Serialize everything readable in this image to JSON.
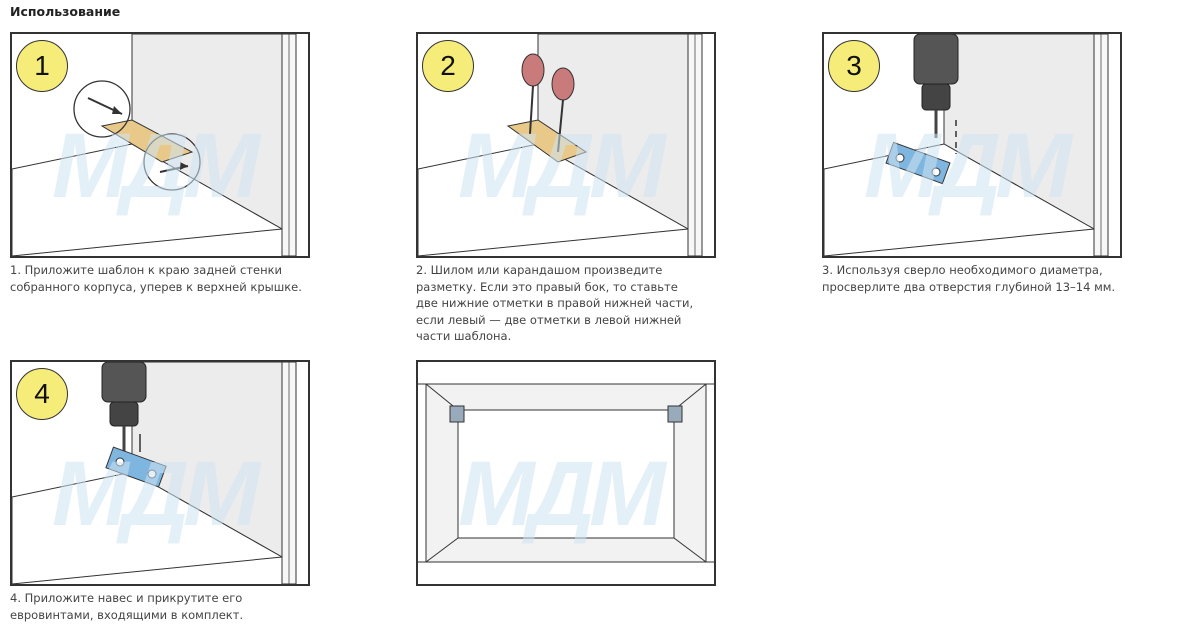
{
  "page": {
    "title": "Использование"
  },
  "watermark": "MДM",
  "steps": [
    {
      "number": "1",
      "caption": "1. Приложите шаблон к краю задней стенки собранного корпуса, уперев к верхней крышке."
    },
    {
      "number": "2",
      "caption": "2. Шилом или карандашом произведите разметку. Если это правый бок, то ставьте две нижние отметки в правой нижней части, если левый — две отметки в левой нижней части шаблона."
    },
    {
      "number": "3",
      "caption": "3. Используя сверло необходимого диаметра, просверлите два отверстия глубиной 13–14 мм."
    },
    {
      "number": "4",
      "caption": "4. Приложите навес и прикрутите его евровинтами, входящими в комплект."
    },
    {
      "number": "",
      "caption": ""
    }
  ],
  "colors": {
    "badge": "#f6ec7a",
    "template": "#e8c98a",
    "hinge": "#7fb6e0",
    "awl_handle": "#c97a7a"
  }
}
